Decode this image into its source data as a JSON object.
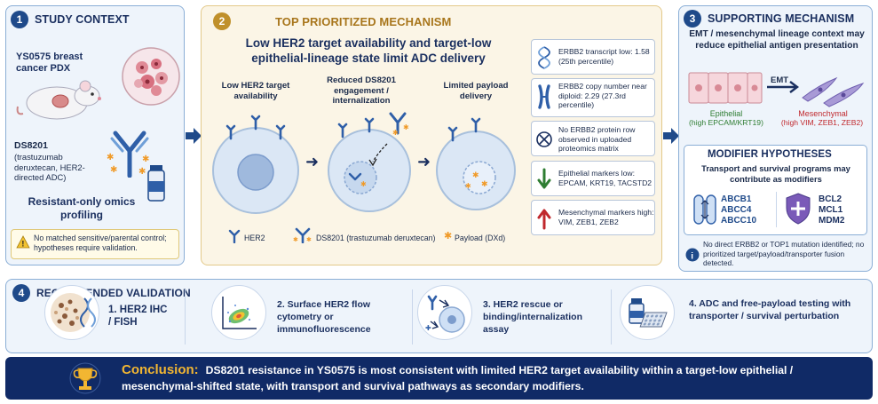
{
  "panel1": {
    "number": "1",
    "title": "STUDY CONTEXT",
    "model": "YS0575 breast cancer PDX",
    "drug_name": "DS8201",
    "drug_desc": "(trastuzumab deruxtecan, HER2-directed ADC)",
    "profiling": "Resistant-only omics profiling",
    "warning": "No matched sensitive/parental control; hypotheses require validation."
  },
  "panel2": {
    "number": "2",
    "title": "TOP PRIORITIZED MECHANISM",
    "headline": "Low HER2 target availability and target-low epithelial-lineage state limit ADC delivery",
    "stages": [
      {
        "label": "Low HER2 target availability"
      },
      {
        "label": "Reduced DS8201 engagement / internalization"
      },
      {
        "label": "Limited payload delivery"
      }
    ],
    "legend": {
      "her2": "HER2",
      "ds8201": "DS8201 (trastuzumab deruxtecan)",
      "payload": "Payload (DXd)"
    },
    "evidence": [
      {
        "icon": "dna-icon",
        "text": "ERBB2 transcript low: 1.58 (25th percentile)"
      },
      {
        "icon": "chromosome-icon",
        "text": "ERBB2 copy number near diploid: 2.29 (27.3rd percentile)"
      },
      {
        "icon": "not-detected-icon",
        "text": "No ERBB2 protein row observed in uploaded proteomics matrix"
      },
      {
        "icon": "down-arrow-icon",
        "text": "Epithelial markers low: EPCAM, KRT19, TACSTD2"
      },
      {
        "icon": "up-arrow-icon",
        "text": "Mesenchymal markers high: VIM, ZEB1, ZEB2"
      }
    ]
  },
  "panel3": {
    "number": "3",
    "title": "SUPPORTING MECHANISM",
    "subtitle": "EMT / mesenchymal lineage context may reduce epithelial antigen presentation",
    "emt_label": "EMT",
    "epithelial": "Epithelial",
    "epithelial_markers": "(high EPCAM/KRT19)",
    "mesenchymal": "Mesenchymal",
    "mesenchymal_markers": "(high VIM, ZEB1, ZEB2)",
    "modifier_title": "MODIFIER HYPOTHESES",
    "modifier_sub": "Transport and survival programs may contribute as modifiers",
    "transporters": [
      "ABCB1",
      "ABCC4",
      "ABCC10"
    ],
    "survival": [
      "BCL2",
      "MCL1",
      "MDM2"
    ],
    "note": "No direct ERBB2 or TOP1 mutation identified; no prioritized target/payload/transporter fusion detected."
  },
  "panel4": {
    "number": "4",
    "title": "RECOMMENDED VALIDATION",
    "steps": [
      {
        "label": "1. HER2 IHC / FISH"
      },
      {
        "label": "2. Surface HER2 flow cytometry or immunofluorescence"
      },
      {
        "label": "3. HER2 rescue or binding/internalization assay"
      },
      {
        "label": "4. ADC and free-payload testing with transporter / survival perturbation"
      }
    ]
  },
  "conclusion": {
    "label": "Conclusion:",
    "text": "DS8201 resistance in YS0575 is most consistent with limited HER2 target availability within a target-low epithelial / mesenchymal-shifted state, with transport and survival pathways as secondary modifiers."
  },
  "colors": {
    "navy": "#1a2f5f",
    "accent_blue": "#1f4a8a",
    "gold": "#c0902b",
    "conclusion_bg": "#102a66",
    "conclusion_label": "#f2b632",
    "red": "#c0282d",
    "green": "#2e7d32"
  }
}
